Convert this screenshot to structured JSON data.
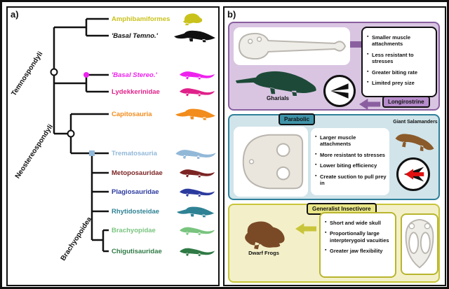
{
  "figure_labels": {
    "a": "a)",
    "b": "b)"
  },
  "panel_a": {
    "clades": [
      {
        "label": "Temnospondyli"
      },
      {
        "label": "Neostereospondyli"
      },
      {
        "label": "Brachyopoidea"
      }
    ],
    "taxa": [
      {
        "name": "Amphibamiformes",
        "color": "#c9c21c"
      },
      {
        "name": "'Basal Temno.'",
        "color": "#101010"
      },
      {
        "name": "'Basal Stereo.'",
        "color": "#ee22ee"
      },
      {
        "name": "Lydekkerinidae",
        "color": "#e0218a"
      },
      {
        "name": "Capitosauria",
        "color": "#f28c1c"
      },
      {
        "name": "Trematosauria",
        "color": "#92b8d8"
      },
      {
        "name": "Metoposauridae",
        "color": "#7c2424"
      },
      {
        "name": "Plagiosauridae",
        "color": "#2b3a9e"
      },
      {
        "name": "Rhytidosteidae",
        "color": "#2e8294"
      },
      {
        "name": "Brachyopidae",
        "color": "#79c47f"
      },
      {
        "name": "Chigutisauridae",
        "color": "#2f7a45"
      }
    ]
  },
  "panel_b": {
    "longirostrine": {
      "badge": "Longirostrine",
      "animal": "Gharials",
      "bullets": [
        "Smaller muscle attachments",
        "Less resistant to stresses",
        "Greater biting rate",
        "Limited prey size"
      ],
      "accent": "#8a5fa0",
      "bg": "#d9c5e2",
      "badge_bg": "#b78ccb",
      "silhouette_color": "#1d4a38"
    },
    "parabolic": {
      "badge": "Parabolic",
      "animal": "Giant Salamanders",
      "bullets": [
        "Larger muscle attachments",
        "More resistant to stresses",
        "Lower biting efficiency",
        "Create suction to pull prey in"
      ],
      "accent": "#2e7f99",
      "bg": "#d0e4ea",
      "badge_bg": "#3f93a8",
      "silhouette_color": "#8a5a2a",
      "arrow_red": "#e01010"
    },
    "generalist": {
      "badge": "Generalist Insectivore",
      "animal": "Dwarf Frogs",
      "bullets": [
        "Short and wide skull",
        "Proportionally large interpterygoid vacuities",
        "Greater jaw flexibility"
      ],
      "accent": "#c9c53a",
      "bg": "#f3f0c9",
      "badge_bg": "#e9e687",
      "silhouette_color": "#7a4a26"
    }
  }
}
